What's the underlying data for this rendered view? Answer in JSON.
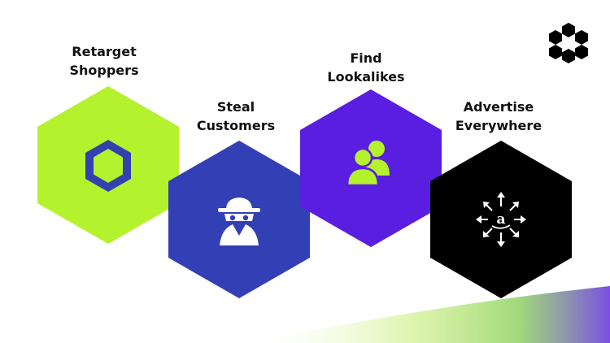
{
  "steps": [
    {
      "line1": "Retarget",
      "line2": "Shoppers",
      "color": "#b3f22d",
      "icon": "hexagon-icon"
    },
    {
      "line1": "Steal",
      "line2": "Customers",
      "color": "#333fb4",
      "icon": "spy-icon"
    },
    {
      "line1": "Find",
      "line2": "Lookalikes",
      "color": "#5a1ee0",
      "icon": "users-icon"
    },
    {
      "line1": "Advertise",
      "line2": "Everywhere",
      "color": "#000000",
      "icon": "amazon-arrows-icon"
    }
  ],
  "colors": {
    "lime": "#b3f22d",
    "navy": "#333fb4",
    "purple": "#5a1ee0",
    "black": "#000000"
  },
  "icons": {
    "logo": "hexagon-cluster-logo-icon",
    "amazon_glyph": "a"
  }
}
